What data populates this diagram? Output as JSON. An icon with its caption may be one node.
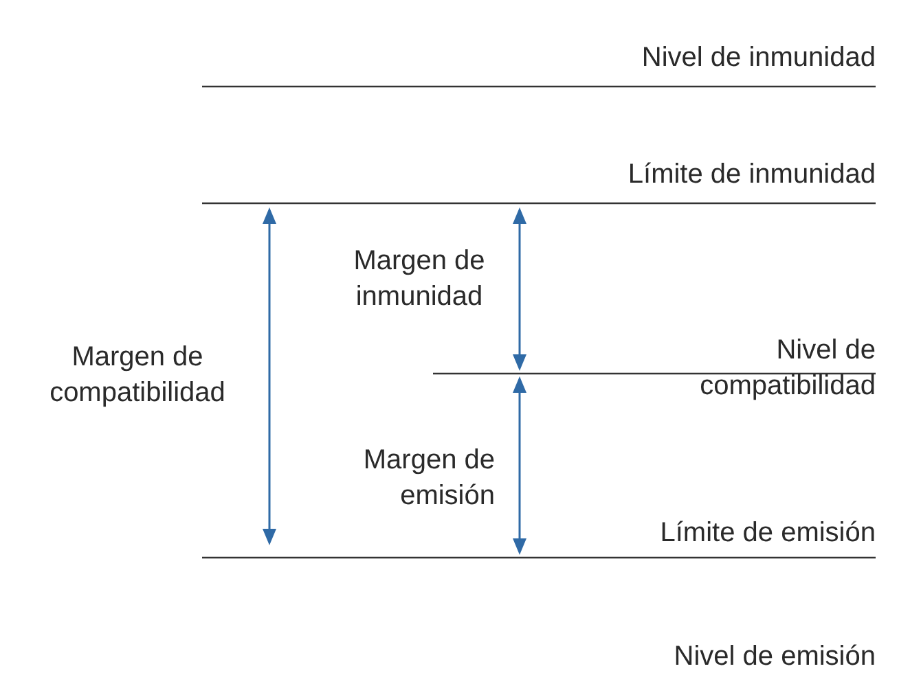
{
  "diagram": {
    "labels": [
      "Nivel de inmunidad",
      "Límite de inmunidad",
      "Margen de inmunidad",
      "Margen de compatibilidad",
      "Nivel de compatibilidad",
      "Margen de emisión",
      "Límite de emisión",
      "Nivel de emisión"
    ]
  }
}
